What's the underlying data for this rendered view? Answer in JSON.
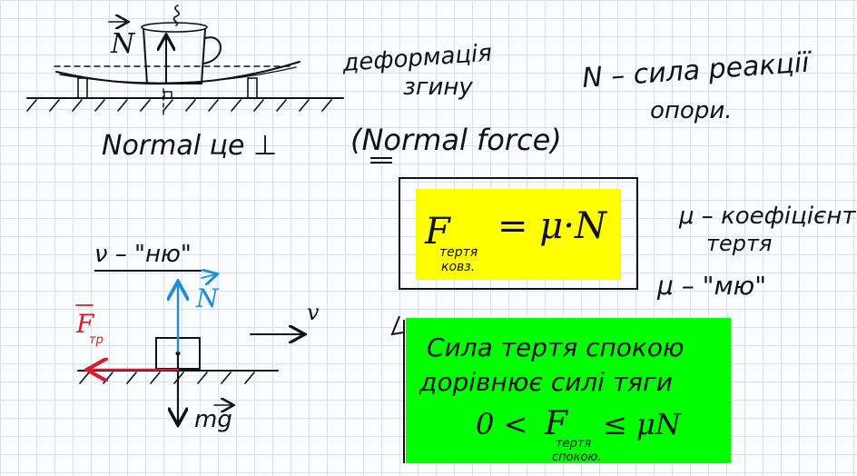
{
  "cup_diagram": {
    "normal_label": "N",
    "deformation_label_line1": "деформація",
    "deformation_label_line2": "згину"
  },
  "notes": {
    "n_definition_line1": "N – сила реакції",
    "n_definition_line2": "опори.",
    "normal_perpendicular": "Normal це ⊥",
    "normal_force": "(Normal force)",
    "nu_definition": "ν – \"ню\"",
    "mu_definition_line1": "μ – коефіцієнт",
    "mu_definition_line2": "тертя",
    "mu_name": "μ – \"мю\""
  },
  "block_diagram": {
    "normal_label": "N",
    "friction_label_F": "F",
    "friction_label_sub": "тр",
    "weight_label": "mg",
    "velocity_label": "v"
  },
  "formula_box": {
    "F": "F",
    "sub_line1": "тертя",
    "sub_line2": "ковз.",
    "rhs": "= μ·N",
    "background": "#ffff00"
  },
  "static_box": {
    "line1": "Сила тертя спокою",
    "line2": "дорівнює силі тяги",
    "ineq_left": "0 <",
    "F": "F",
    "sub_line1": "тертя",
    "sub_line2": "спокою.",
    "ineq_right": "≤ μN",
    "background": "#00ff00"
  },
  "colors": {
    "ink": "#111111",
    "blue_arrow": "#1e8fd6",
    "red_arrow": "#d81c2e"
  }
}
